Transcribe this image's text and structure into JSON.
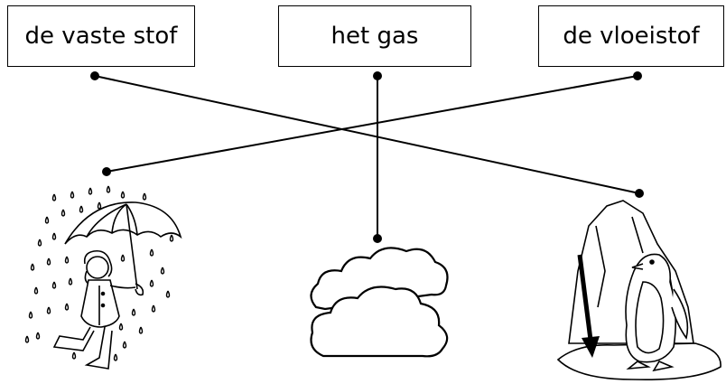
{
  "labels": {
    "solid": "de vaste stof",
    "gas": "het gas",
    "liquid": "de vloeistof"
  },
  "matches": [
    {
      "label": "solid",
      "picture": "penguin-on-iceberg"
    },
    {
      "label": "gas",
      "picture": "cloud"
    },
    {
      "label": "liquid",
      "picture": "rain"
    }
  ],
  "pictures": [
    "girl-with-umbrella-in-rain",
    "cloud",
    "penguin-on-iceberg"
  ],
  "colors": {
    "ink": "#000000",
    "background": "#ffffff"
  }
}
